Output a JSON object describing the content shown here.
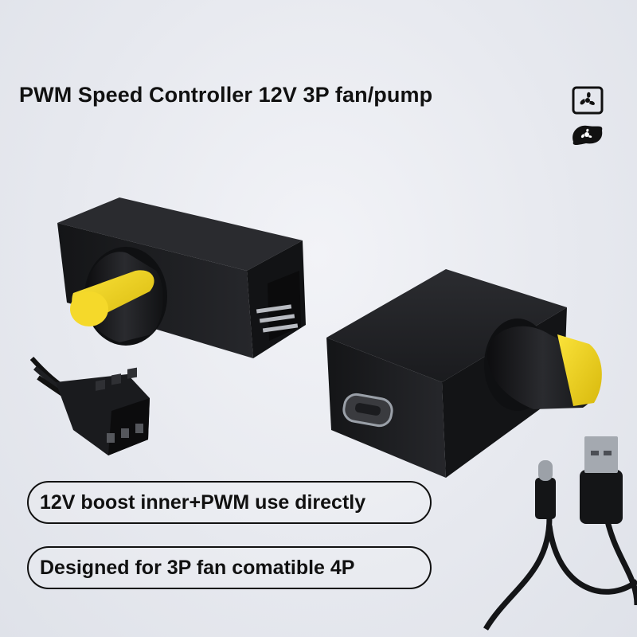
{
  "title": "PWM Speed Controller 12V 3P fan/pump",
  "features": [
    "12V boost inner+PWM use directly",
    "Designed for 3P fan comatible 4P"
  ],
  "port_label": "USB-C",
  "colors": {
    "background": "#e7e9ef",
    "body": "#1b1c1f",
    "knob_cap": "#f0d31a",
    "text": "#111111"
  },
  "icons": [
    "fan-square-icon",
    "fan-swirl-icon"
  ]
}
